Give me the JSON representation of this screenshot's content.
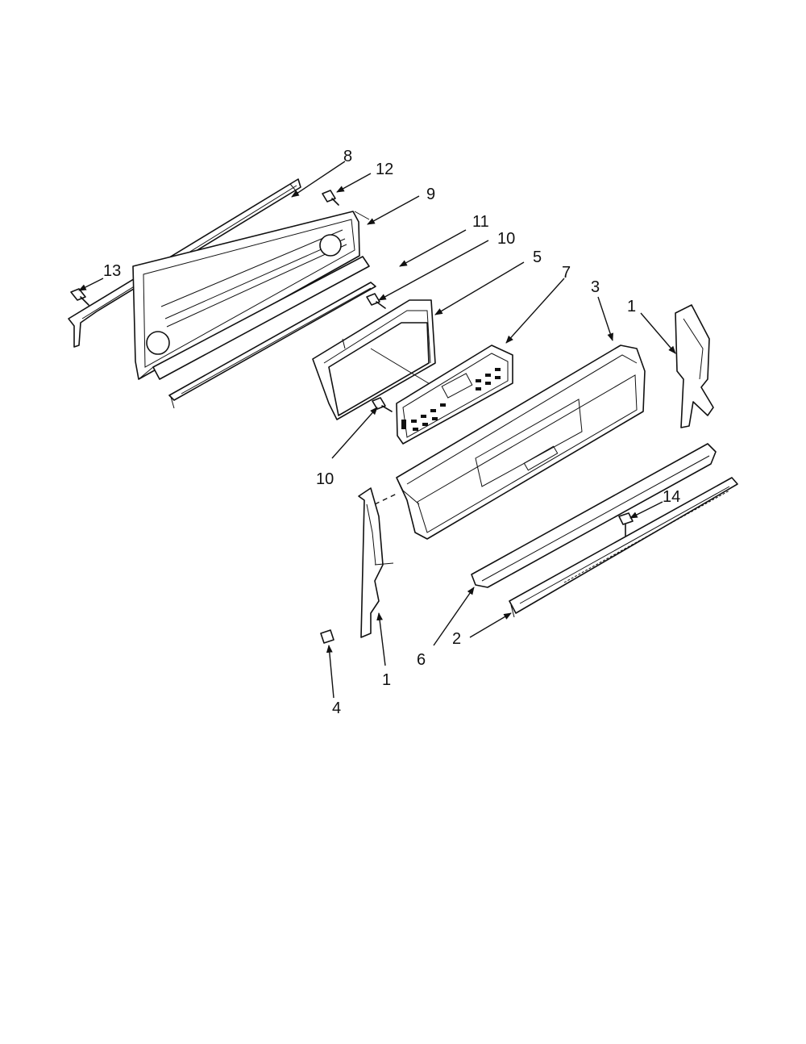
{
  "diagram": {
    "callouts": [
      {
        "id": "c8",
        "text": "8"
      },
      {
        "id": "c12",
        "text": "12"
      },
      {
        "id": "c9",
        "text": "9"
      },
      {
        "id": "c11",
        "text": "11"
      },
      {
        "id": "c10a",
        "text": "10"
      },
      {
        "id": "c5",
        "text": "5"
      },
      {
        "id": "c7",
        "text": "7"
      },
      {
        "id": "c3",
        "text": "3"
      },
      {
        "id": "c1a",
        "text": "1"
      },
      {
        "id": "c13",
        "text": "13"
      },
      {
        "id": "c10b",
        "text": "10"
      },
      {
        "id": "c14",
        "text": "14"
      },
      {
        "id": "c6",
        "text": "6"
      },
      {
        "id": "c2",
        "text": "2"
      },
      {
        "id": "c1b",
        "text": "1"
      },
      {
        "id": "c4",
        "text": "4"
      }
    ]
  }
}
